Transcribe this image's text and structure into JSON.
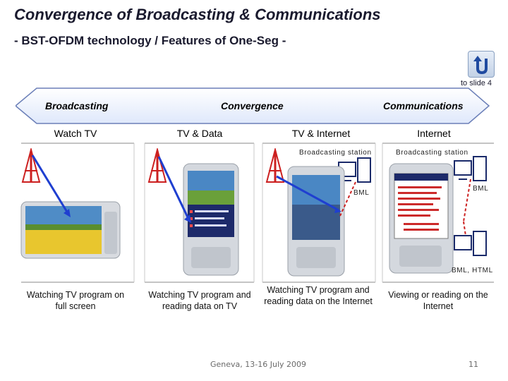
{
  "header": {
    "title": "Convergence of Broadcasting & Communications",
    "subtitle": "- BST-OFDM technology / Features of One-Seg -"
  },
  "nav": {
    "link_label": "to slide 4"
  },
  "spectrum": {
    "left": "Broadcasting",
    "center": "Convergence",
    "right": "Communications"
  },
  "columns": [
    {
      "heading": "Watch TV",
      "caption": "Watching TV program on full screen",
      "tower_label": "",
      "screen_text": ""
    },
    {
      "heading": "TV & Data",
      "caption": "Watching TV program and reading data on TV",
      "tower_label": "",
      "screen_text": ""
    },
    {
      "heading": "TV & Internet",
      "caption": "Watching TV program and reading data on the Internet",
      "tower_label": "Broadcasting station",
      "link_label": "BML",
      "screen_text": ""
    },
    {
      "heading": "Internet",
      "caption": "Viewing or reading on the Internet",
      "tower_label": "Broadcasting station",
      "link_label": "BML",
      "link_label_2": "BML, HTML",
      "screen_text": ""
    }
  ],
  "colors": {
    "accent_blue": "#1f3fd0",
    "link_red": "#cc2222",
    "arrow_fill": "#eef3ff",
    "brand_dark": "#1a1a2e"
  },
  "footer": {
    "event": "Geneva, 13-16 July 2009",
    "page_number": "11"
  }
}
